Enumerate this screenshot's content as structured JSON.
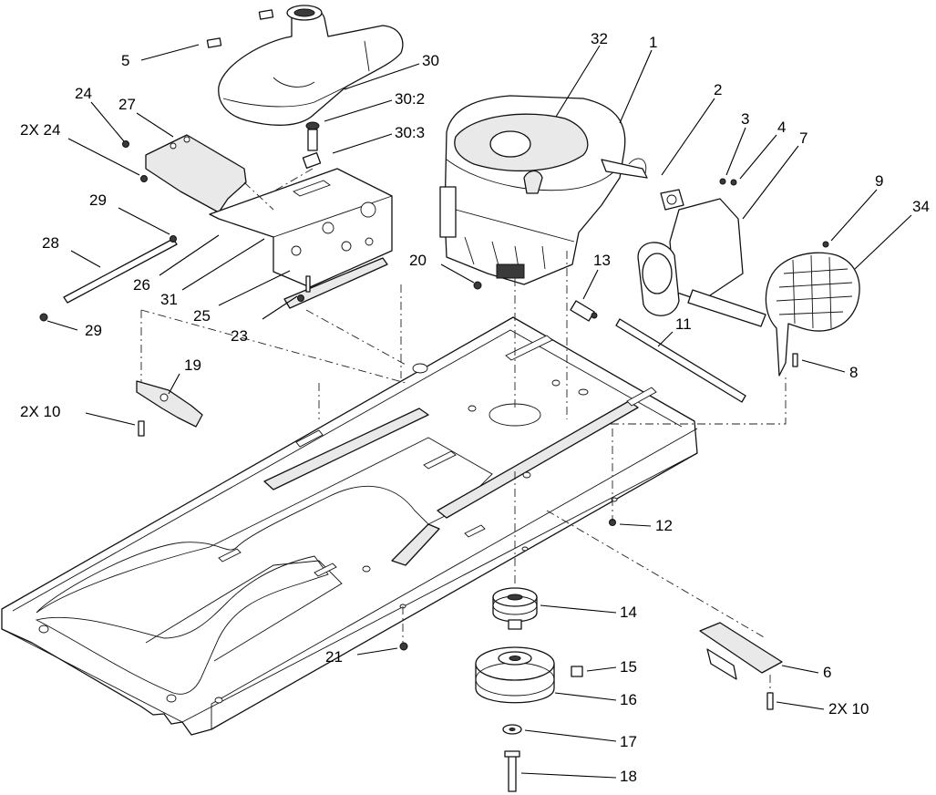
{
  "callouts": {
    "c5": "5",
    "c30": "30",
    "c30_2": "30:2",
    "c30_3": "30:3",
    "c24": "24",
    "c27": "27",
    "c2x24": "2X 24",
    "c29a": "29",
    "c28": "28",
    "c26": "26",
    "c31": "31",
    "c25": "25",
    "c29b": "29",
    "c23": "23",
    "c19": "19",
    "c2x10a": "2X 10",
    "c32": "32",
    "c1": "1",
    "c2": "2",
    "c3": "3",
    "c4": "4",
    "c7": "7",
    "c9": "9",
    "c34": "34",
    "c20": "20",
    "c13": "13",
    "c11": "11",
    "c8": "8",
    "c12": "12",
    "c14": "14",
    "c15": "15",
    "c16": "16",
    "c17": "17",
    "c18": "18",
    "c21": "21",
    "c6": "6",
    "c2x10b": "2X 10"
  }
}
